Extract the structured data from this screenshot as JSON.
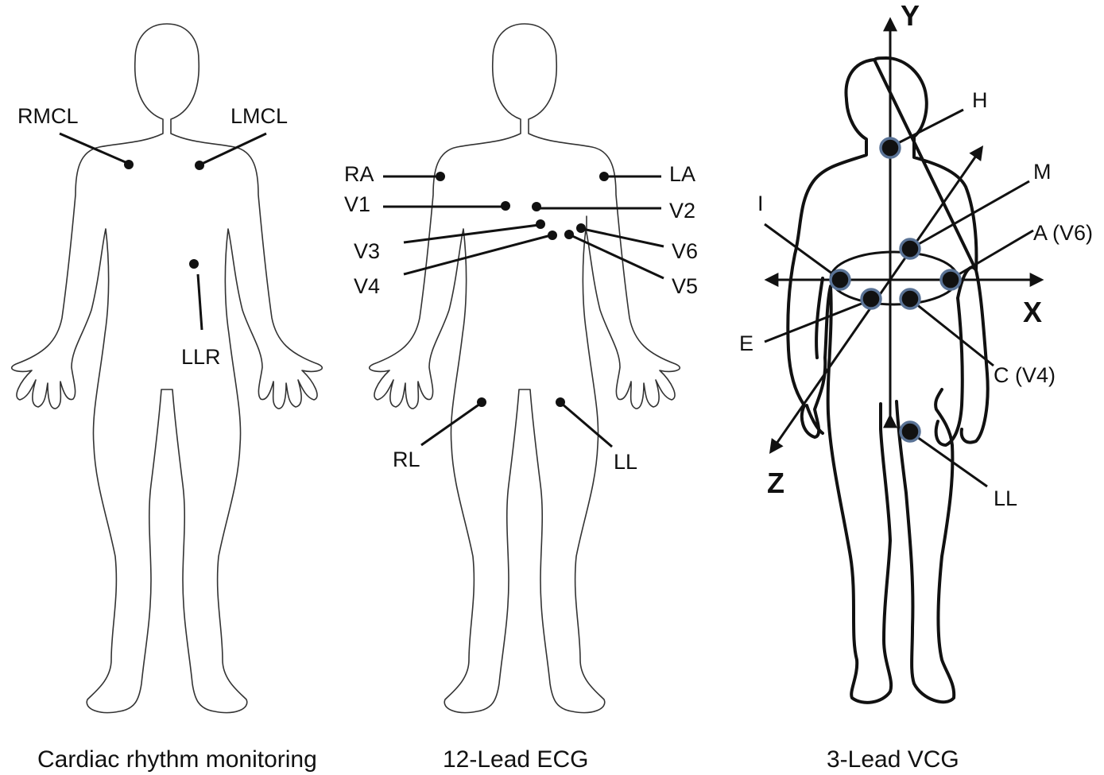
{
  "panels": {
    "left": {
      "caption": "Cardiac rhythm monitoring",
      "labels": {
        "rmcl": "RMCL",
        "lmcl": "LMCL",
        "llr": "LLR"
      }
    },
    "middle": {
      "caption": "12-Lead ECG",
      "labels": {
        "ra": "RA",
        "la": "LA",
        "v1": "V1",
        "v2": "V2",
        "v3": "V3",
        "v4": "V4",
        "v5": "V5",
        "v6": "V6",
        "rl": "RL",
        "ll": "LL"
      }
    },
    "right": {
      "caption": "3-Lead VCG",
      "labels": {
        "h": "H",
        "m": "M",
        "i": "I",
        "a": "A (V6)",
        "e": "E",
        "c": "C (V4)",
        "ll": "LL"
      },
      "axes": {
        "x": "X",
        "y": "Y",
        "z": "Z"
      }
    }
  },
  "colors": {
    "electrode_ring": "#5a7396",
    "ink": "#111111"
  }
}
